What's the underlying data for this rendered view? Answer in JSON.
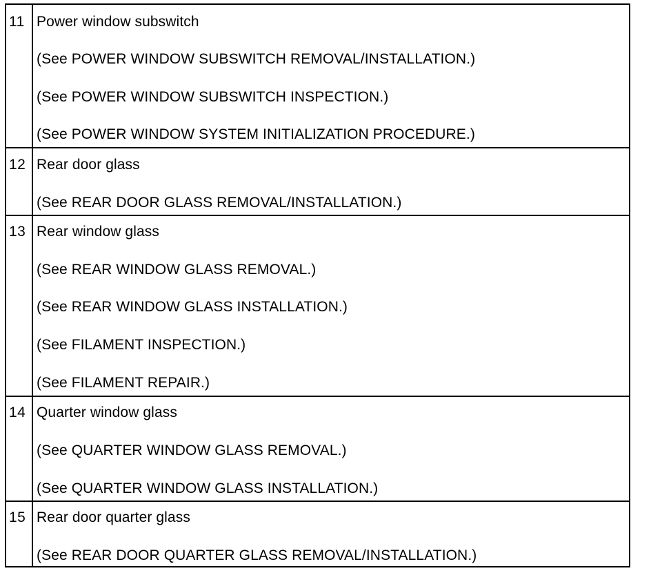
{
  "rows": [
    {
      "number": "11",
      "title": "Power window subswitch",
      "refs": [
        "(See POWER WINDOW SUBSWITCH REMOVAL/INSTALLATION.)",
        "(See POWER WINDOW SUBSWITCH INSPECTION.)",
        "(See POWER WINDOW SYSTEM INITIALIZATION PROCEDURE.)"
      ]
    },
    {
      "number": "12",
      "title": "Rear door glass",
      "refs": [
        "(See REAR DOOR GLASS REMOVAL/INSTALLATION.)"
      ]
    },
    {
      "number": "13",
      "title": "Rear window glass",
      "refs": [
        "(See REAR WINDOW GLASS REMOVAL.)",
        "(See REAR WINDOW GLASS INSTALLATION.)",
        "(See FILAMENT INSPECTION.)",
        "(See FILAMENT REPAIR.)"
      ]
    },
    {
      "number": "14",
      "title": "Quarter window glass",
      "refs": [
        "(See QUARTER WINDOW GLASS REMOVAL.)",
        "(See QUARTER WINDOW GLASS INSTALLATION.)"
      ]
    },
    {
      "number": "15",
      "title": "Rear door quarter glass",
      "refs": [
        "(See REAR DOOR QUARTER GLASS REMOVAL/INSTALLATION.)"
      ]
    }
  ]
}
